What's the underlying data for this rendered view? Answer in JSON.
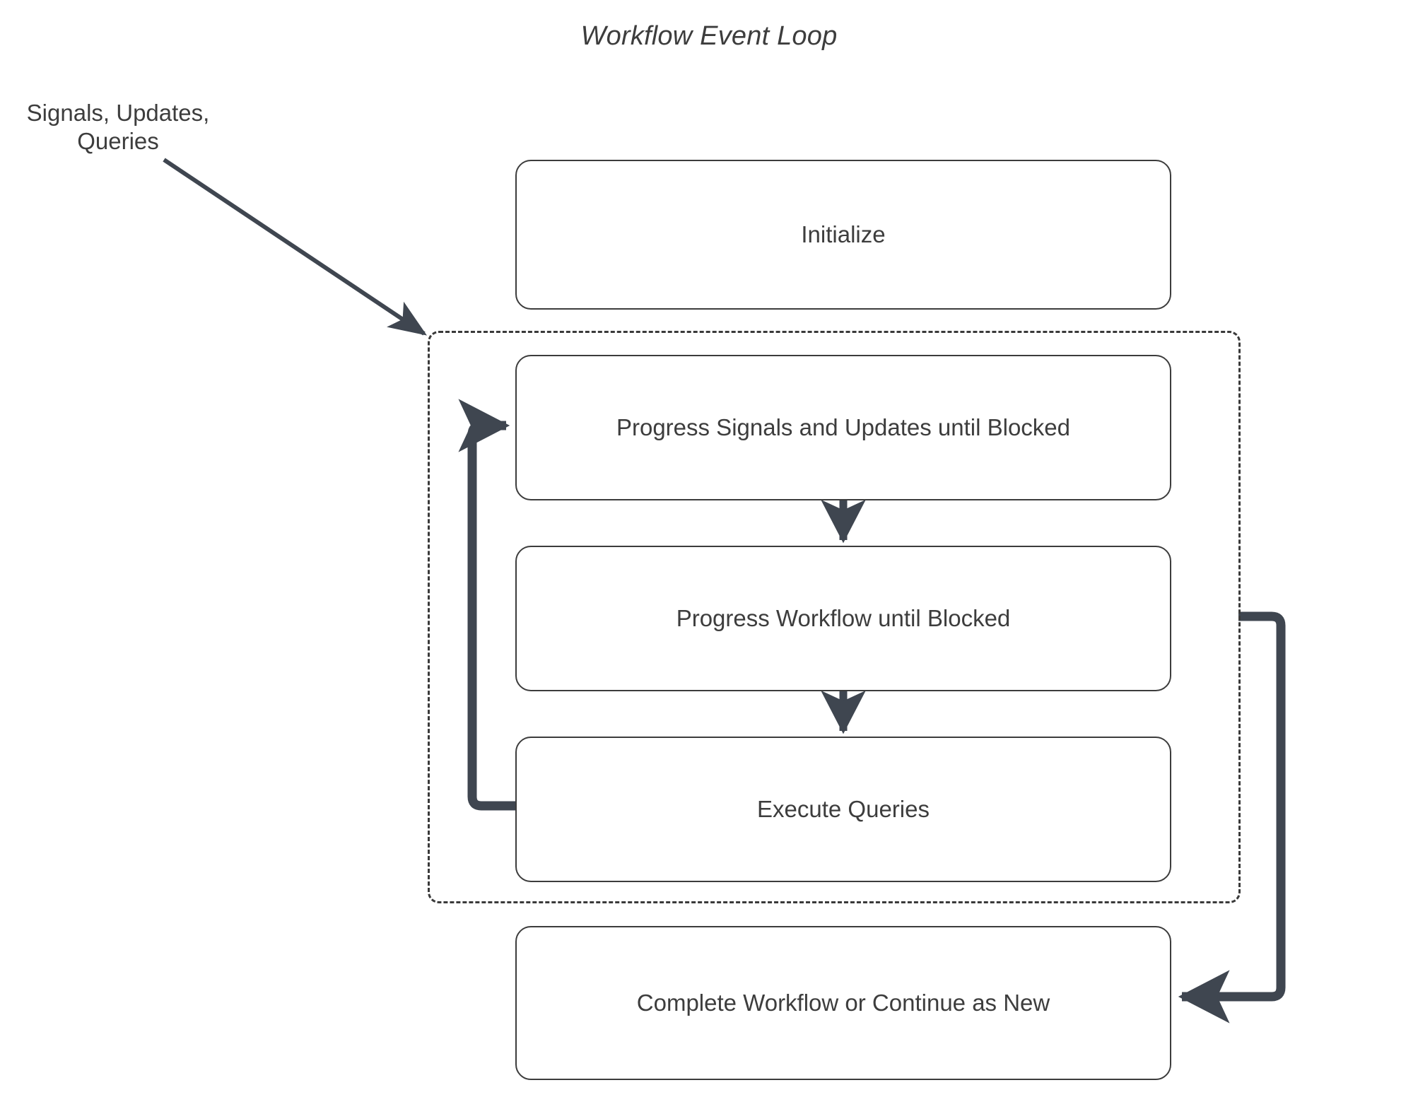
{
  "diagram": {
    "title": "Workflow Event Loop",
    "external_input_label": "Signals, Updates,\nQueries",
    "colors": {
      "edge": "#3f4650",
      "node_border": "#3c3c3c",
      "text": "#3d3d3d",
      "background": "#ffffff",
      "loop_border": "#3a3a3a"
    },
    "nodes": [
      {
        "id": "initialize",
        "label": "Initialize"
      },
      {
        "id": "progress_su",
        "label": "Progress Signals and Updates until Blocked"
      },
      {
        "id": "progress_wf",
        "label": "Progress Workflow until Blocked"
      },
      {
        "id": "execute_q",
        "label": "Execute Queries"
      },
      {
        "id": "complete",
        "label": "Complete Workflow or Continue as New"
      }
    ],
    "loop_group": {
      "name": "event-loop-group",
      "style": "dashed",
      "members": [
        "progress_su",
        "progress_wf",
        "execute_q"
      ]
    },
    "edges": [
      {
        "from": "external_input",
        "to": "event-loop-group",
        "style": "thin-arrow"
      },
      {
        "from": "progress_su",
        "to": "progress_wf",
        "style": "thick-arrow-down"
      },
      {
        "from": "progress_wf",
        "to": "execute_q",
        "style": "thick-arrow-down"
      },
      {
        "from": "execute_q",
        "to": "progress_su",
        "style": "thick-loop-back-left"
      },
      {
        "from": "event-loop-group",
        "to": "complete",
        "style": "thick-loop-right"
      }
    ]
  }
}
